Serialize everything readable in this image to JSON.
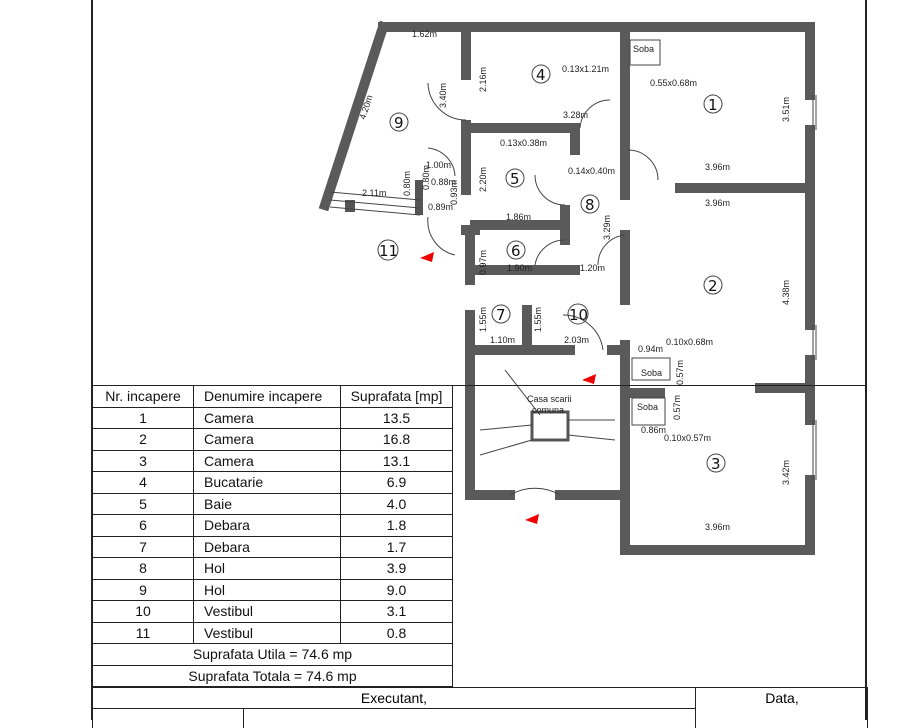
{
  "rooms": {
    "r1": "1",
    "r2": "2",
    "r3": "3",
    "r4": "4",
    "r5": "5",
    "r6": "6",
    "r7": "7",
    "r8": "8",
    "r9": "9",
    "r10": "10",
    "r11": "11"
  },
  "labels": {
    "soba": "Soba",
    "stair_line1": "Casa scarii",
    "stair_line2": "comuna"
  },
  "dims": [
    "1.62m",
    "4.20m",
    "3.40m",
    "2.16m",
    "0.13x1.21m",
    "3.28m",
    "0.55x0.68m",
    "3.51m",
    "3.96m",
    "3.96m",
    "0.13x0.38m",
    "0.14x0.40m",
    "2.20m",
    "1.00m",
    "0.88m",
    "0.80m",
    "0.80m",
    "0.89m",
    "0.93m",
    "2.11m",
    "1.86m",
    "3.29m",
    "0.97m",
    "1.90m",
    "1.20m",
    "4.38m",
    "1.55m",
    "1.55m",
    "1.10m",
    "2.03m",
    "0.10x0.68m",
    "0.94m",
    "0.57m",
    "0.57m",
    "0.86m",
    "0.10x0.57m",
    "3.42m",
    "3.96m"
  ],
  "table": {
    "headers": [
      "Nr. incapere",
      "Denumire incapere",
      "Suprafata [mp]"
    ],
    "rows": [
      [
        "1",
        "Camera",
        "13.5"
      ],
      [
        "2",
        "Camera",
        "16.8"
      ],
      [
        "3",
        "Camera",
        "13.1"
      ],
      [
        "4",
        "Bucatarie",
        "6.9"
      ],
      [
        "5",
        "Baie",
        "4.0"
      ],
      [
        "6",
        "Debara",
        "1.8"
      ],
      [
        "7",
        "Debara",
        "1.7"
      ],
      [
        "8",
        "Hol",
        "3.9"
      ],
      [
        "9",
        "Hol",
        "9.0"
      ],
      [
        "10",
        "Vestibul",
        "3.1"
      ],
      [
        "11",
        "Vestibul",
        "0.8"
      ]
    ],
    "utila": "Suprafata Utila = 74.6 mp",
    "totala": "Suprafata Totala = 74.6 mp"
  },
  "footer": {
    "executant": "Executant,",
    "data": "Data,"
  }
}
